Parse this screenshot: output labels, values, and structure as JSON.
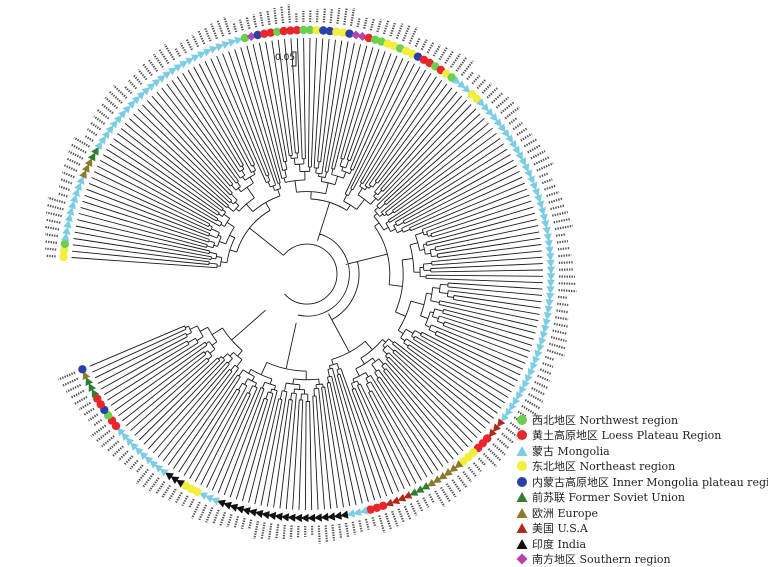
{
  "scale_bar": {
    "label": "0.05"
  },
  "legend": [
    {
      "key": "NW",
      "label": "西北地区 Northwest region",
      "shape": "circle",
      "color": "#6ccf4e"
    },
    {
      "key": "LP",
      "label": "黄土高原地区 Loess Plateau Region",
      "shape": "circle",
      "color": "#e8262b"
    },
    {
      "key": "MG",
      "label": "蒙古 Mongolia",
      "shape": "triangle",
      "color": "#7ccde3"
    },
    {
      "key": "NE",
      "label": "东北地区 Northeast region",
      "shape": "circle",
      "color": "#f2ee3a"
    },
    {
      "key": "IM",
      "label": "内蒙古高原地区 Inner Mongolia plateau region",
      "shape": "circle",
      "color": "#2a3fa8"
    },
    {
      "key": "FSU",
      "label": "前苏联 Former Soviet Union",
      "shape": "triangle",
      "color": "#2e7d32"
    },
    {
      "key": "EU",
      "label": "欧洲 Europe",
      "shape": "triangle",
      "color": "#8a7a2c"
    },
    {
      "key": "US",
      "label": "美国 U.S.A",
      "shape": "triangle",
      "color": "#b02a1c"
    },
    {
      "key": "IN",
      "label": "印度 India",
      "shape": "triangle",
      "color": "#111111"
    },
    {
      "key": "S",
      "label": "南方地区 Southern region",
      "shape": "diamond",
      "color": "#b544b0"
    }
  ],
  "tips": [
    {
      "from": 0,
      "to": 2,
      "group": "NE"
    },
    {
      "from": 2,
      "to": 3,
      "group": "NW"
    },
    {
      "from": 3,
      "to": 13,
      "group": "MG"
    },
    {
      "from": 13,
      "to": 16,
      "group": "EU"
    },
    {
      "from": 16,
      "to": 18,
      "group": "FSU"
    },
    {
      "from": 18,
      "to": 46,
      "group": "MG"
    },
    {
      "from": 46,
      "to": 47,
      "group": "NW"
    },
    {
      "from": 47,
      "to": 48,
      "group": "S"
    },
    {
      "from": 48,
      "to": 49,
      "group": "IM"
    },
    {
      "from": 49,
      "to": 51,
      "group": "LP"
    },
    {
      "from": 51,
      "to": 52,
      "group": "NW"
    },
    {
      "from": 52,
      "to": 55,
      "group": "LP"
    },
    {
      "from": 55,
      "to": 57,
      "group": "NW"
    },
    {
      "from": 57,
      "to": 58,
      "group": "NE"
    },
    {
      "from": 58,
      "to": 60,
      "group": "IM"
    },
    {
      "from": 60,
      "to": 62,
      "group": "NE"
    },
    {
      "from": 62,
      "to": 63,
      "group": "IM"
    },
    {
      "from": 63,
      "to": 65,
      "group": "S"
    },
    {
      "from": 65,
      "to": 66,
      "group": "LP"
    },
    {
      "from": 66,
      "to": 68,
      "group": "NW"
    },
    {
      "from": 68,
      "to": 70,
      "group": "NE"
    },
    {
      "from": 70,
      "to": 71,
      "group": "NW"
    },
    {
      "from": 71,
      "to": 73,
      "group": "NE"
    },
    {
      "from": 73,
      "to": 74,
      "group": "IM"
    },
    {
      "from": 74,
      "to": 76,
      "group": "LP"
    },
    {
      "from": 76,
      "to": 77,
      "group": "NW"
    },
    {
      "from": 77,
      "to": 78,
      "group": "LP"
    },
    {
      "from": 78,
      "to": 79,
      "group": "NE"
    },
    {
      "from": 79,
      "to": 80,
      "group": "NW"
    },
    {
      "from": 80,
      "to": 83,
      "group": "MG"
    },
    {
      "from": 83,
      "to": 85,
      "group": "NE"
    },
    {
      "from": 85,
      "to": 138,
      "group": "MG"
    },
    {
      "from": 138,
      "to": 141,
      "group": "US"
    },
    {
      "from": 141,
      "to": 144,
      "group": "LP"
    },
    {
      "from": 144,
      "to": 147,
      "group": "NE"
    },
    {
      "from": 147,
      "to": 153,
      "group": "EU"
    },
    {
      "from": 153,
      "to": 156,
      "group": "FSU"
    },
    {
      "from": 156,
      "to": 160,
      "group": "US"
    },
    {
      "from": 160,
      "to": 163,
      "group": "LP"
    },
    {
      "from": 163,
      "to": 166,
      "group": "MG"
    },
    {
      "from": 166,
      "to": 186,
      "group": "IN"
    },
    {
      "from": 186,
      "to": 189,
      "group": "MG"
    },
    {
      "from": 189,
      "to": 192,
      "group": "NE"
    },
    {
      "from": 192,
      "to": 195,
      "group": "IN"
    },
    {
      "from": 195,
      "to": 205,
      "group": "MG"
    },
    {
      "from": 205,
      "to": 207,
      "group": "LP"
    },
    {
      "from": 207,
      "to": 208,
      "group": "NW"
    },
    {
      "from": 208,
      "to": 209,
      "group": "IM"
    },
    {
      "from": 209,
      "to": 211,
      "group": "LP"
    },
    {
      "from": 211,
      "to": 214,
      "group": "FSU"
    },
    {
      "from": 214,
      "to": 215,
      "group": "EU"
    },
    {
      "from": 215,
      "to": 216,
      "group": "IM"
    }
  ]
}
